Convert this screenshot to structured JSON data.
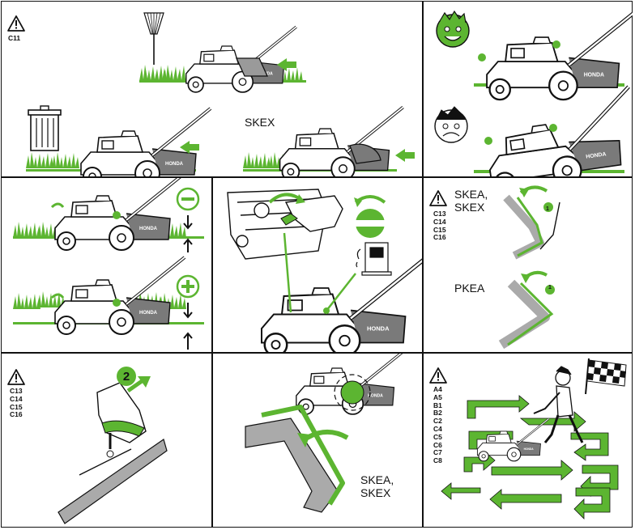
{
  "brand": "HONDA",
  "colors": {
    "green": "#5cb531",
    "dark_green": "#3f8f1e",
    "outline": "#111111",
    "grey": "#9a9a9a"
  },
  "panels": {
    "p1": {
      "codes": "C11",
      "model_label": "SKEX"
    },
    "p4": {
      "codes": ""
    },
    "p6": {
      "codes": "C13\nC14\nC15\nC16",
      "label_top": "SKEA,\nSKEX",
      "label_bottom": "PKEA",
      "step": "1",
      "step2": "1"
    },
    "p7": {
      "codes": "C13\nC14\nC15\nC16",
      "step": "2"
    },
    "p8": {
      "label": "SKEA,\nSKEX"
    },
    "p9": {
      "codes": "A4\nA5\nB1\nB2\nC2\nC4\nC5\nC6\nC7\nC8"
    }
  },
  "icons": [
    "warning-icon",
    "rake-icon",
    "trash-can-icon",
    "arrow-icon",
    "minus-icon",
    "plus-icon",
    "fuel-pump-icon",
    "fuel-valve-icon",
    "checkered-flag-icon",
    "happy-face-icon",
    "sad-face-icon"
  ]
}
